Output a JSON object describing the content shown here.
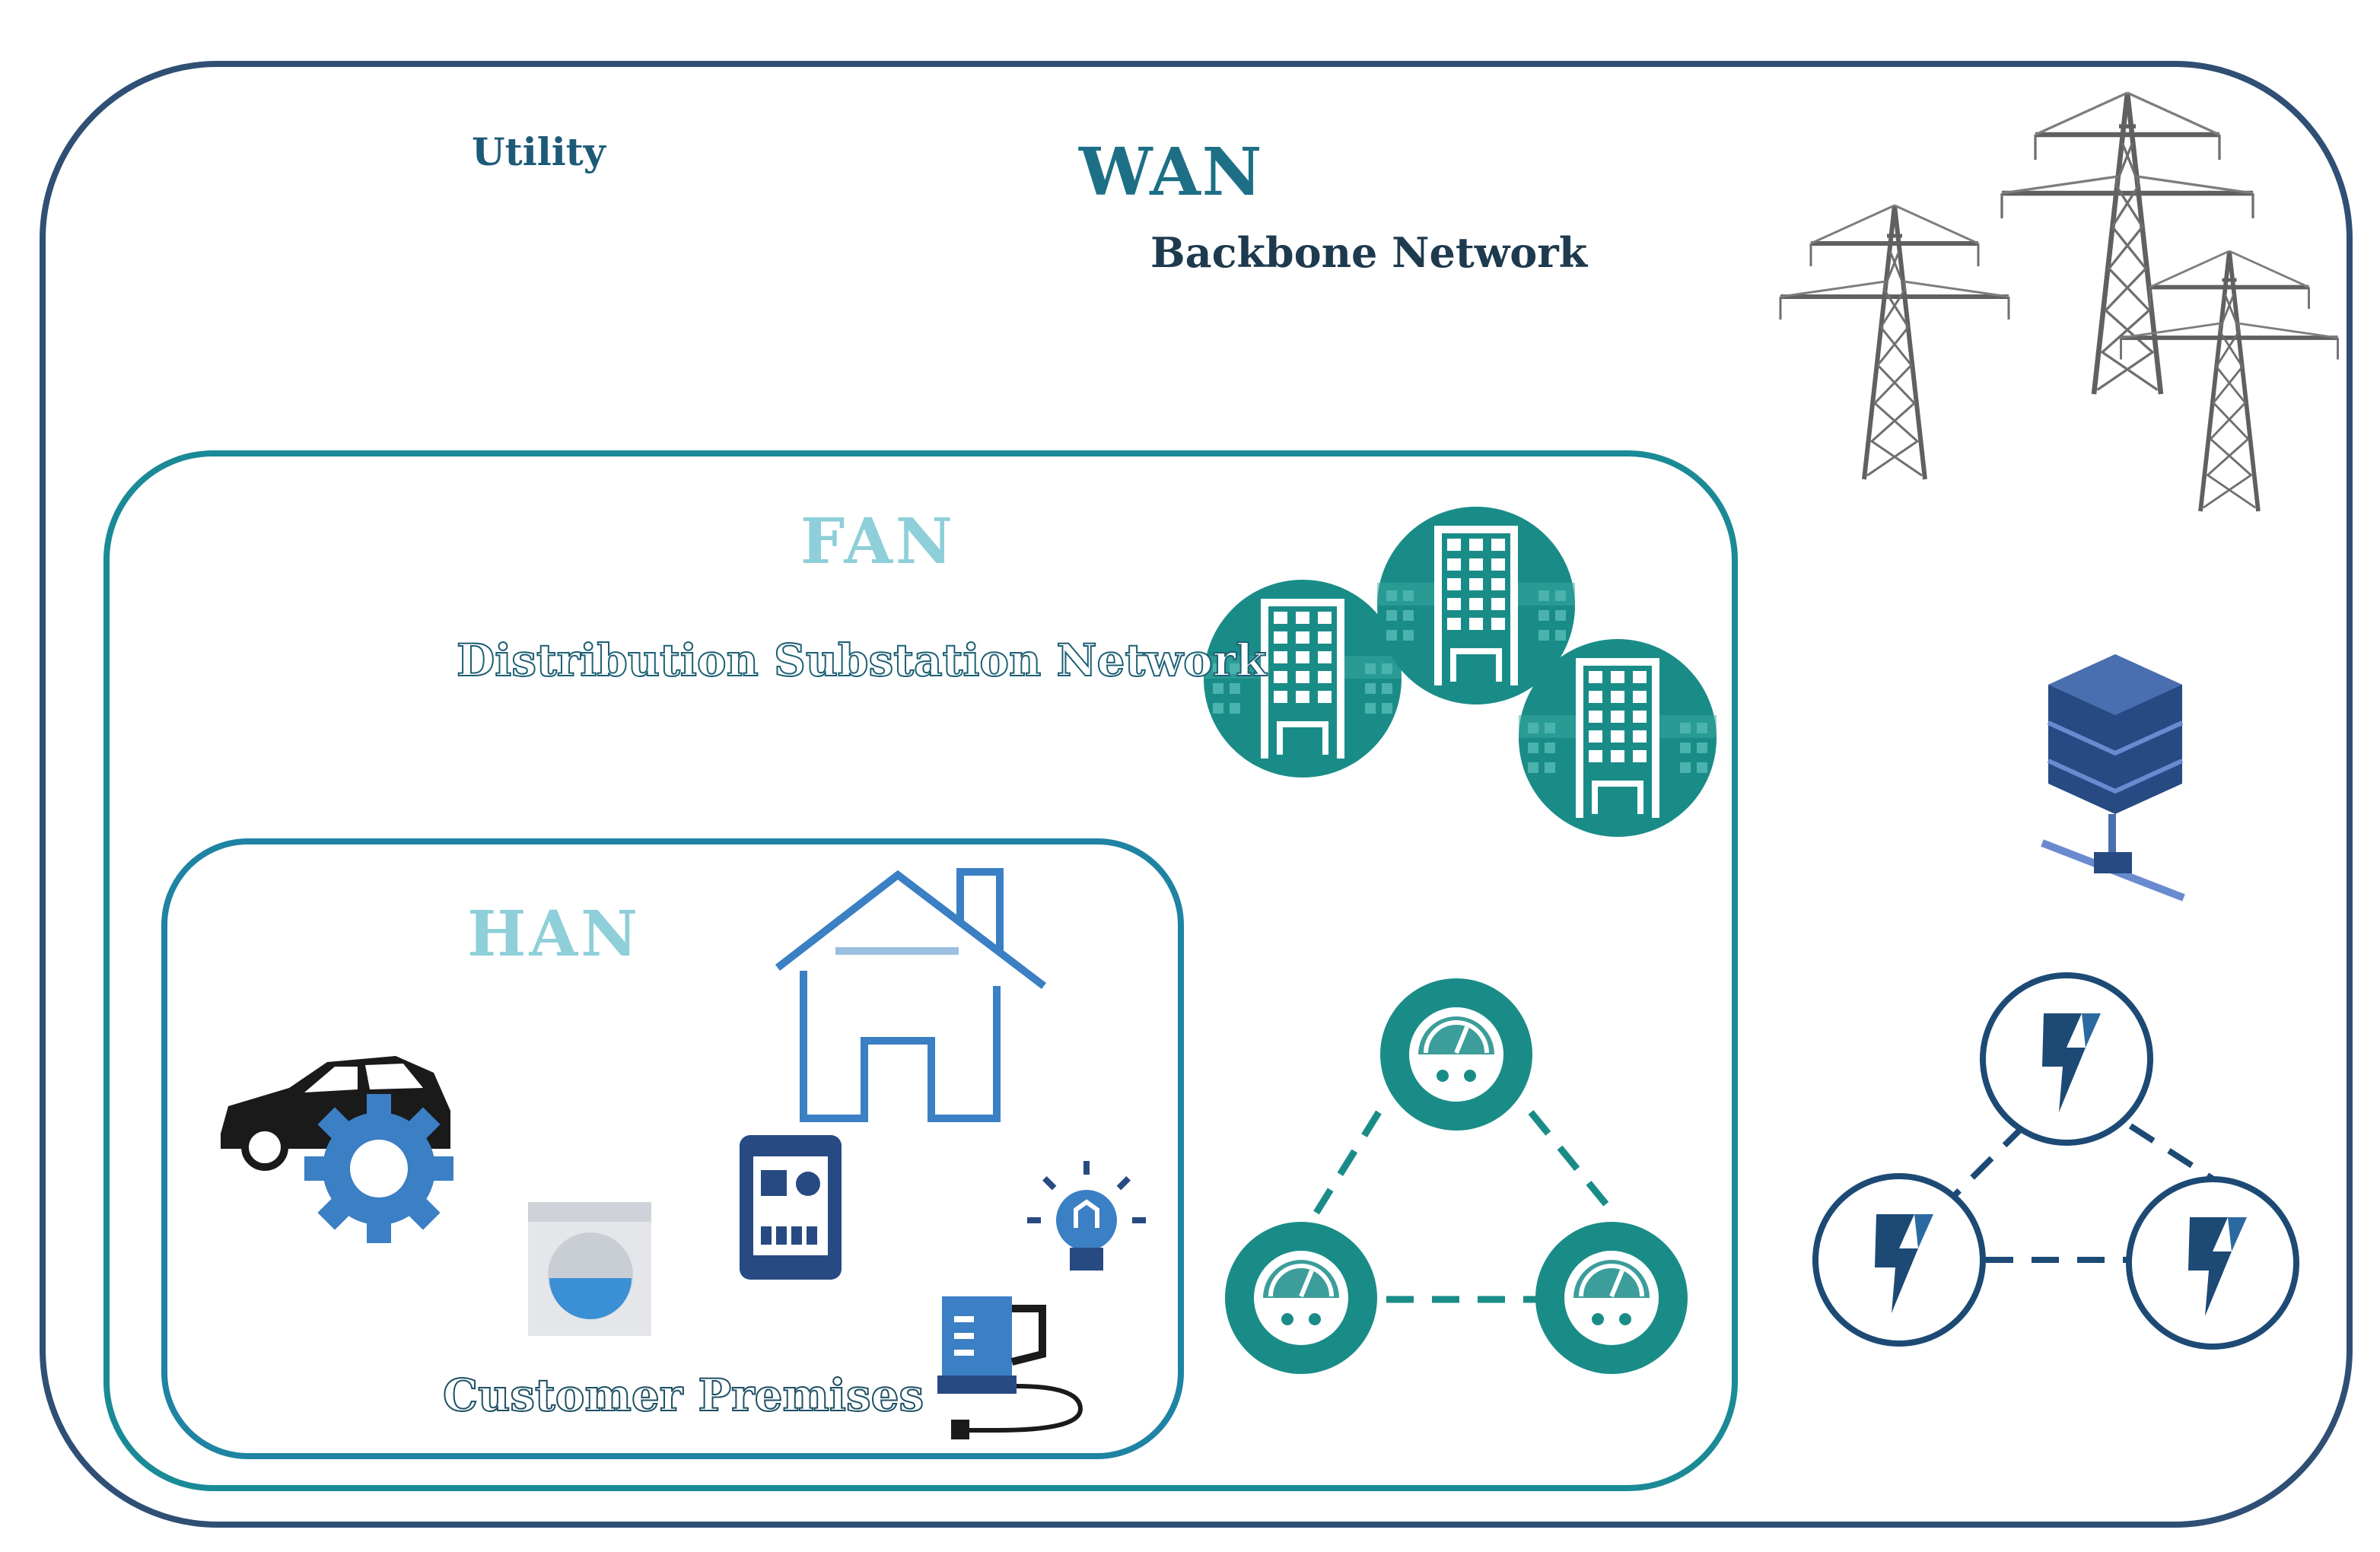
{
  "colors": {
    "wan_border": "#2f4f74",
    "fan_border": "#1a8a96",
    "han_border": "#1f83a3",
    "wan_text": "#1d6f86",
    "fan_text": "#8ecfd9",
    "han_text": "#8ecfd9",
    "teal_icon": "#1a8c88",
    "navy_icon": "#1d4a75",
    "blue_icon": "#3b7fc4"
  },
  "wan": {
    "title": "WAN",
    "subtitle": "Backbone Network",
    "utility_label": "Utility"
  },
  "fan": {
    "title": "FAN",
    "subtitle": "Distribution Substation Network"
  },
  "han": {
    "title": "HAN",
    "subtitle": "Customer Premises"
  },
  "icons": {
    "wan": [
      "transmission-tower-icon",
      "server-stack-icon",
      "lightning-node-icon"
    ],
    "fan": [
      "office-building-icon",
      "smart-meter-icon"
    ],
    "han": [
      "house-icon",
      "electric-car-icon",
      "gear-icon",
      "washing-machine-icon",
      "tablet-display-icon",
      "smart-bulb-icon",
      "kettle-icon"
    ]
  }
}
